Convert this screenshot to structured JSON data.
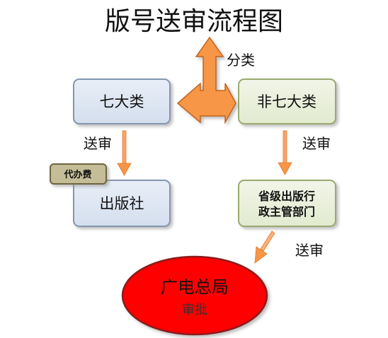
{
  "title": "版号送审流程图",
  "labels": {
    "classify": "分类",
    "submit_left": "送审",
    "submit_right": "送审",
    "submit_bottom": "送审"
  },
  "nodes": {
    "seven_categories": "七大类",
    "non_seven_categories": "非七大类",
    "publisher": "出版社",
    "agency_fee": "代办费",
    "provincial_line1": "省级出版行",
    "provincial_line2": "政主管部门",
    "sarft_title": "广电总局",
    "sarft_action": "审批"
  },
  "colors": {
    "blue_fill": "#dbe5f1",
    "blue_border": "#8497b0",
    "green_fill": "#ebf1de",
    "green_border": "#9aaa6f",
    "tag_fill": "#c4bd97",
    "tag_border": "#6e6640",
    "orange_arrow": "#f79646",
    "red_ellipse": "#ff0000",
    "red_border": "#8b1a1a"
  },
  "icons": {
    "classify_arrow": "four-way-arrow-icon",
    "flow_arrow": "down-arrow-icon"
  }
}
